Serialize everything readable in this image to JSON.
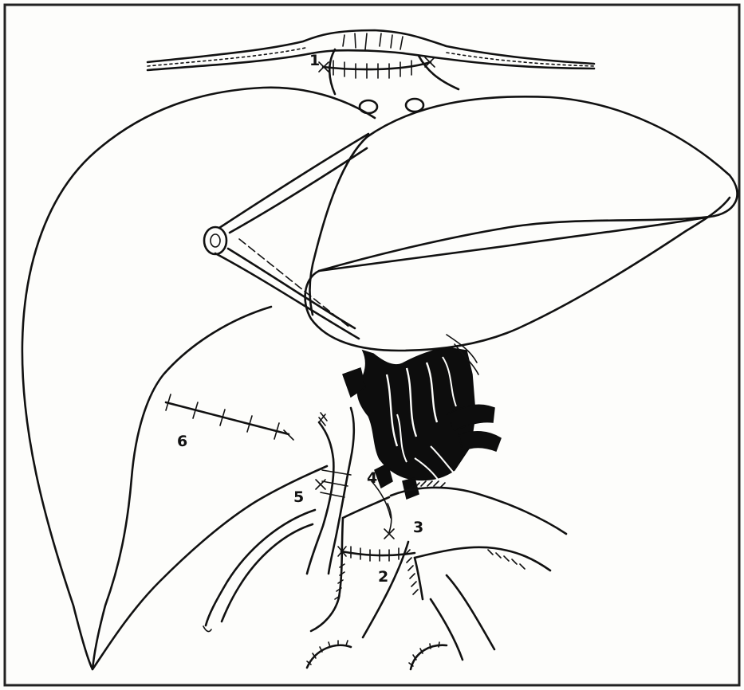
{
  "figure": {
    "labels": {
      "l1": "1",
      "l2": "2",
      "l3": "3",
      "l4": "4",
      "l5": "5",
      "l6": "6"
    }
  }
}
